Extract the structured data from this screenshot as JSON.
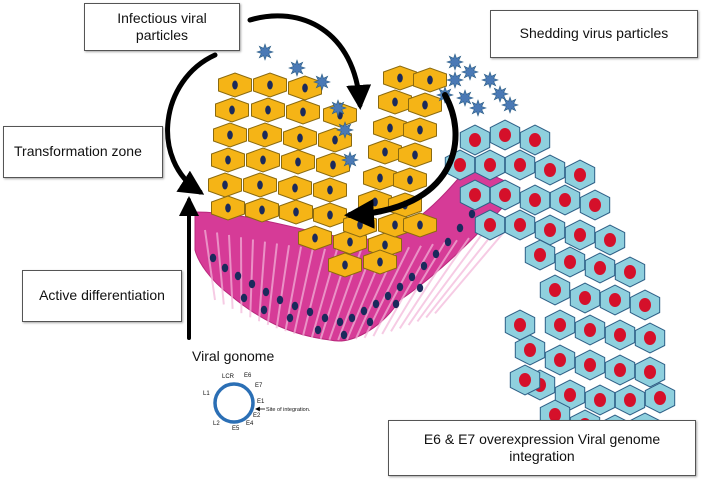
{
  "labels": {
    "infectious": "Infectious viral particles",
    "shedding": "Shedding virus particles",
    "transformation": "Transformation zone",
    "differentiation": "Active differentiation",
    "e6e7": "E6 & E7 overexpression Viral genome integration",
    "viral_genome_title": "Viral gonome"
  },
  "genome": {
    "lcr": "LCR",
    "e6": "E6",
    "e7": "E7",
    "e1": "E1",
    "e2": "E2",
    "e4": "E4",
    "e5": "E5",
    "l1": "L1",
    "l2": "L2",
    "site": "Site of integration."
  },
  "colors": {
    "basal": "#d63b97",
    "basal_dark": "#b9287c",
    "yellow_cell": "#f5b416",
    "yellow_border": "#8a6a10",
    "blue_cell": "#8fd0de",
    "blue_border": "#2e5f86",
    "red_nucleus": "#d5102a",
    "navy_nucleus": "#1a2a5c",
    "virus": "#4a79b5",
    "genome_ring": "#2b6fb5"
  }
}
